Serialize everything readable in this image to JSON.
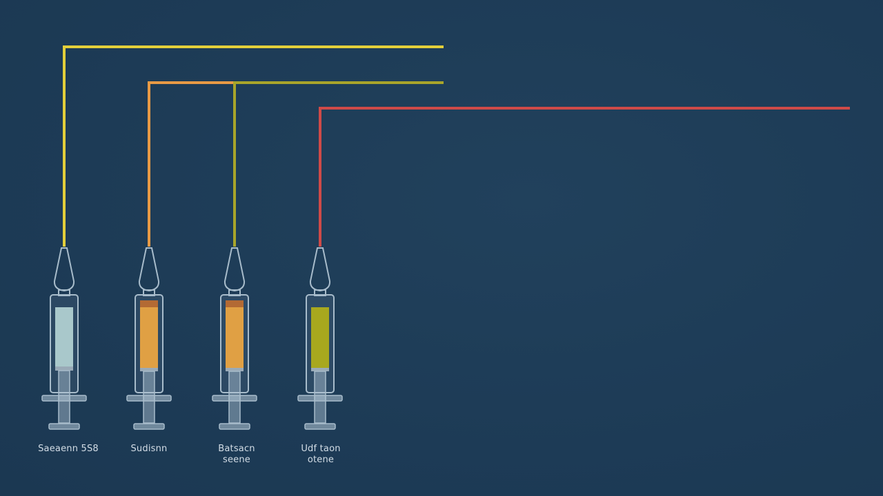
{
  "colors": {
    "background": "#1e3d58",
    "yellow_line": "#e3cf3a",
    "orange_line": "#e89a45",
    "olive_line": "#a9a52a",
    "red_line": "#cf4a48",
    "glass": "#9fb4c4",
    "fill_pale": "#b7d6d6",
    "fill_orange": "#e0a044",
    "fill_olive": "#a8a81e"
  },
  "syringes": [
    {
      "id": "s1",
      "label_lines": [
        "Saeaenn 5S8"
      ],
      "fill": "pale"
    },
    {
      "id": "s2",
      "label_lines": [
        "Sudisnn"
      ],
      "fill": "orange"
    },
    {
      "id": "s3",
      "label_lines": [
        "Batsacn",
        "seene"
      ],
      "fill": "orange"
    },
    {
      "id": "s4",
      "label_lines": [
        "Udf taon",
        "otene"
      ],
      "fill": "olive"
    }
  ]
}
